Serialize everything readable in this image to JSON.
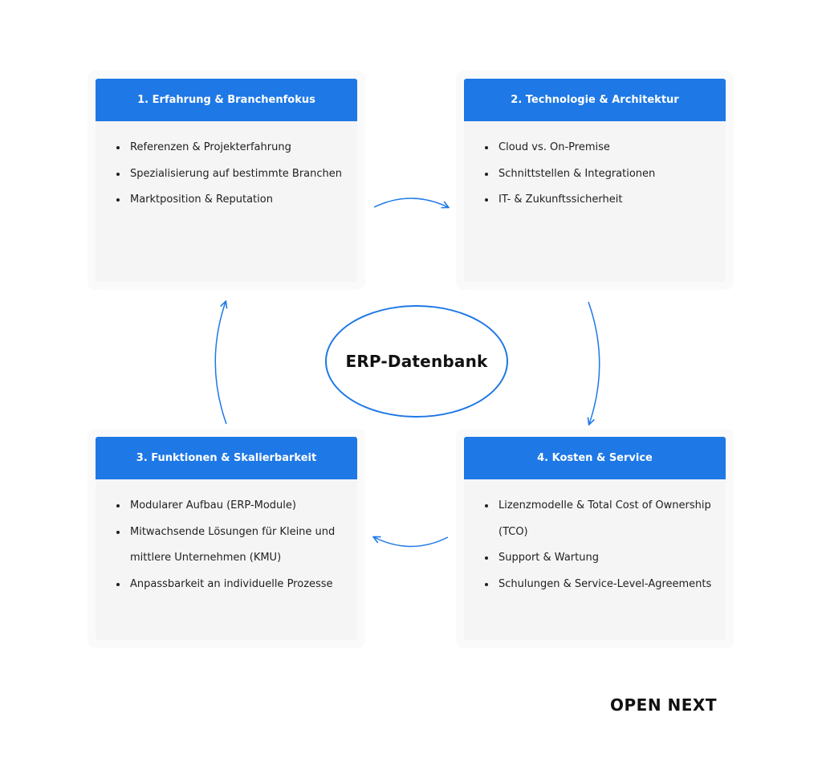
{
  "center": {
    "title": "ERP-Datenbank"
  },
  "cards": [
    {
      "title": "1. Erfahrung & Branchenfokus",
      "items": [
        "Referenzen & Projekterfahrung",
        "Spezialisierung auf bestimmte Branchen",
        "Marktposition & Reputation"
      ]
    },
    {
      "title": "2. Technologie & Architektur",
      "items": [
        "Cloud vs. On-Premise",
        "Schnittstellen & Integrationen",
        "IT- & Zukunftssicherheit"
      ]
    },
    {
      "title": "3. Funktionen & Skalierbarkeit",
      "items": [
        "Modularer Aufbau (ERP-Module)",
        "Mitwachsende Lösungen für Kleine und mittlere Unternehmen (KMU)",
        "Anpassbarkeit an individuelle Prozesse"
      ]
    },
    {
      "title": "4. Kosten & Service",
      "items": [
        "Lizenzmodelle & Total Cost of Ownership (TCO)",
        "Support & Wartung",
        "Schulungen & Service-Level-Agreements"
      ]
    }
  ],
  "logo": {
    "text": "OPEN NEXT"
  },
  "colors": {
    "accent": "#1e78e6",
    "card_bg": "#f5f5f5"
  }
}
